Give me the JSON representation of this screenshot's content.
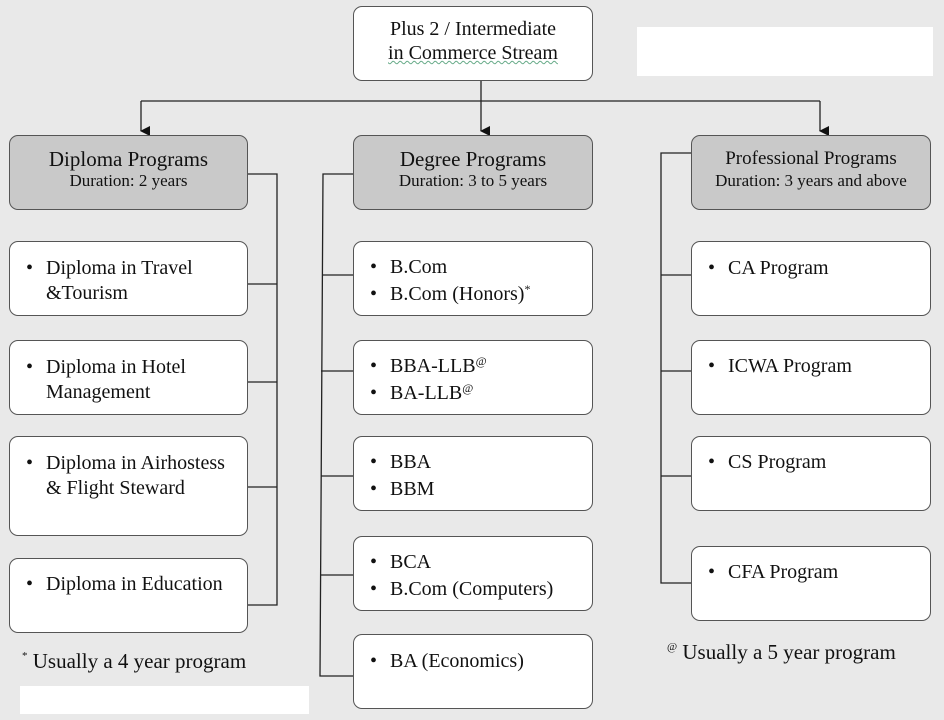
{
  "root": {
    "line1": "Plus 2 / Intermediate",
    "line2": "in Commerce Stream"
  },
  "columns": [
    {
      "title": "Diploma Programs",
      "duration": "Duration: 2 years",
      "programs": [
        [
          "Diploma in Travel &Tourism"
        ],
        [
          "Diploma in Hotel Management"
        ],
        [
          "Diploma in Airhostess & Flight Steward"
        ],
        [
          "Diploma in Education"
        ]
      ]
    },
    {
      "title": "Degree Programs",
      "duration": "Duration: 3 to 5 years",
      "programs": [
        [
          "B.Com",
          "B.Com (Honors)"
        ],
        [
          "BBA-LLB",
          "BA-LLB"
        ],
        [
          "BBA",
          "BBM"
        ],
        [
          "BCA",
          "B.Com (Computers)"
        ],
        [
          "BA (Economics)"
        ]
      ],
      "marks": {
        "honors": "*",
        "llb": "@"
      }
    },
    {
      "title": "Professional Programs",
      "duration": "Duration: 3 years and above",
      "programs": [
        [
          "CA Program"
        ],
        [
          "ICWA Program"
        ],
        [
          "CS Program"
        ],
        [
          "CFA Program"
        ]
      ]
    }
  ],
  "notes": {
    "star_mark": "*",
    "star_text": "Usually a 4 year program",
    "at_mark": "@",
    "at_text": "Usually a 5 year program"
  },
  "colors": {
    "header_fill": "#c9c9c9",
    "box_fill": "#ffffff",
    "background": "#e9e9e9",
    "line": "#222222"
  }
}
